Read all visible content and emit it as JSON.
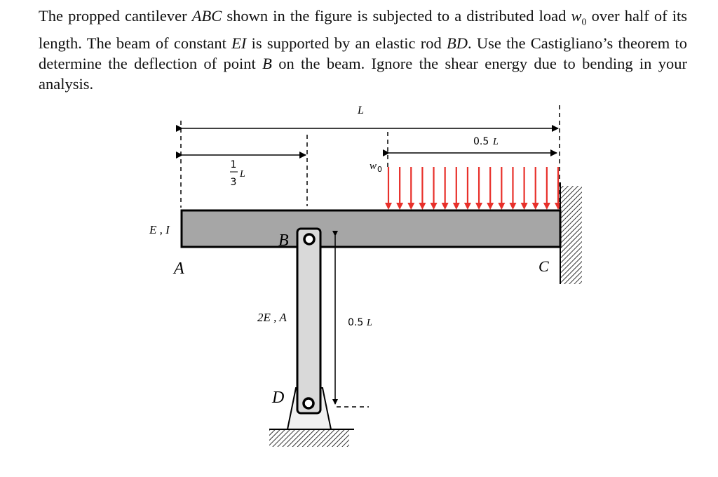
{
  "problem": {
    "parts": [
      "The propped cantilever ",
      "ABC",
      " shown in the figure is subjected to a distributed load ",
      "w",
      "0",
      " over half of its length. The beam of constant ",
      "EI",
      " is supported by an elastic rod ",
      "BD",
      ". Use the Castigliano’s theorem to determine the deflection of point ",
      "B",
      " on the beam. Ignore the shear energy due to bending in your analysis."
    ]
  },
  "figure": {
    "dimensions": {
      "total_length": "L",
      "b_position_num": "1",
      "b_position_den": "3",
      "b_position_var": "L",
      "load_span": "0.5",
      "load_span_var": "L",
      "rod_length": "0.5",
      "rod_length_var": "L"
    },
    "load": {
      "symbol": "w",
      "subscript": "0",
      "arrow_count": 16,
      "color": "#e8302a"
    },
    "labels": {
      "beam_props": "E , I",
      "rod_props": "2E , A",
      "point_a": "A",
      "point_b": "B",
      "point_c": "C",
      "point_d": "D"
    },
    "colors": {
      "beam_fill": "#a6a6a6",
      "rod_fill": "#d9d9d9",
      "support_fill": "#f0f0f0",
      "outline": "#000000"
    }
  }
}
